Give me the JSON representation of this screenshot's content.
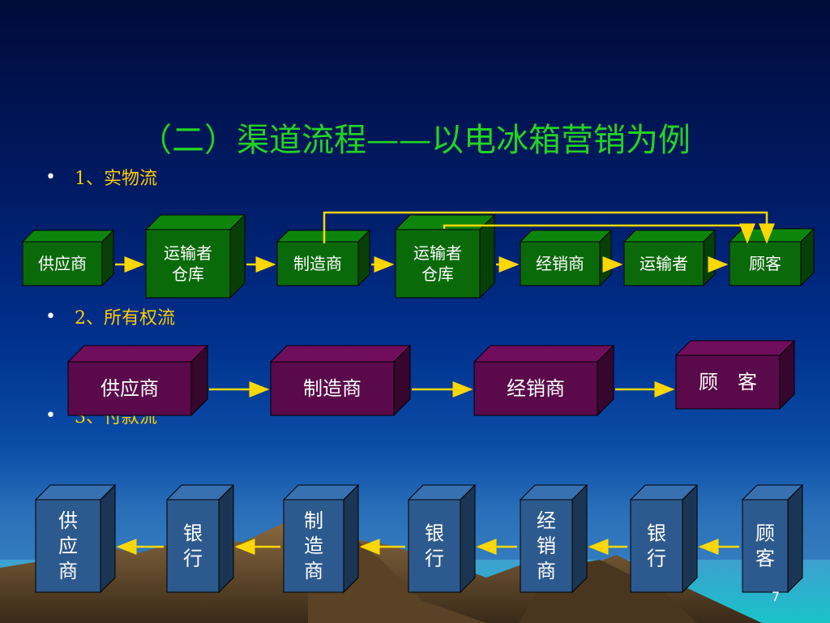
{
  "title": "（二）渠道流程——以电冰箱营销为例",
  "bullets": {
    "physical": "1、实物流",
    "ownership": "2、所有权流",
    "payment": "3、付款流"
  },
  "physical_flow": {
    "nodes": [
      "供应商",
      "运输者\n仓库",
      "制造商",
      "运输者\n仓库",
      "经销商",
      "运输者",
      "顾客"
    ]
  },
  "ownership_flow": {
    "nodes": [
      "供应商",
      "制造商",
      "经销商",
      "顾　客"
    ]
  },
  "payment_flow": {
    "nodes": [
      "供\n应\n商",
      "银\n行",
      "制\n造\n商",
      "银\n行",
      "经\n销\n商",
      "银\n行",
      "顾\n客"
    ]
  },
  "page_number": "7",
  "colors": {
    "title": "#22d422",
    "bullet": "#ffcc00",
    "arrow": "#ffd700",
    "green_box": "#0a6a0a",
    "purple_box": "#5a0a4a",
    "blue_box": "#2d5a8e"
  }
}
